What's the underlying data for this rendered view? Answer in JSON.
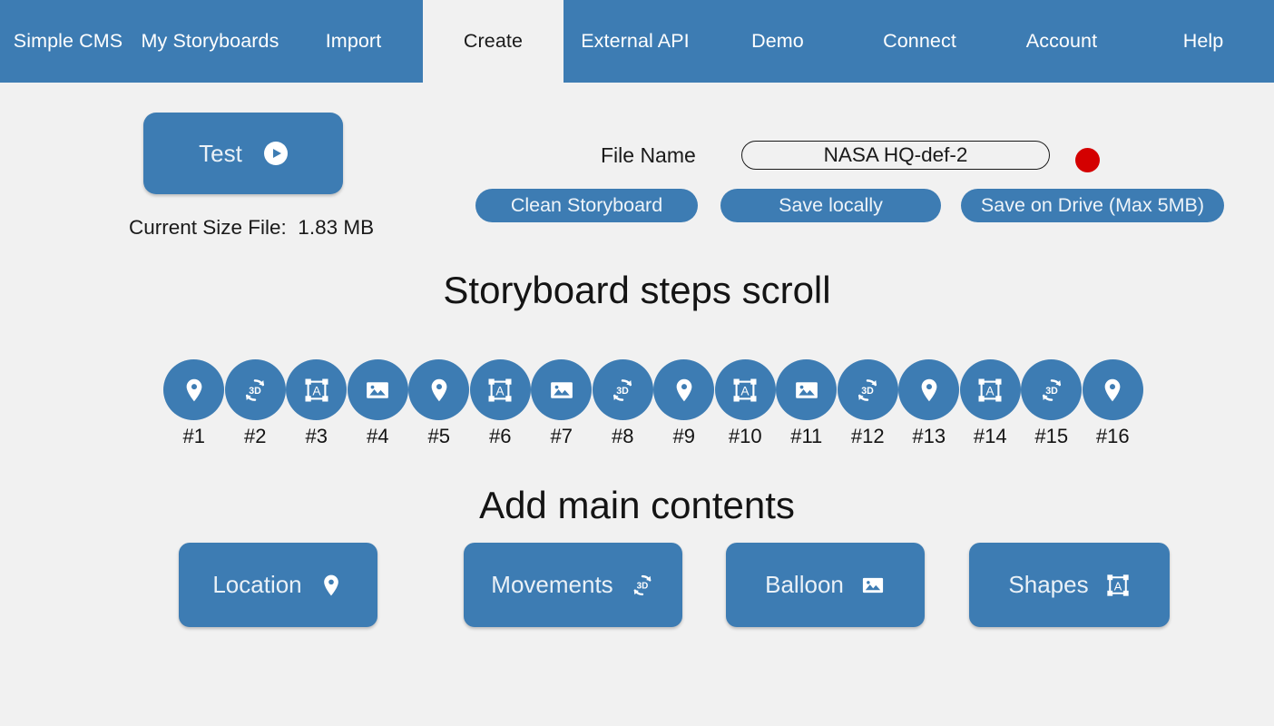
{
  "nav": {
    "items": [
      {
        "label": "Simple CMS",
        "active": false,
        "width": 150
      },
      {
        "label": "My Storyboards",
        "active": false,
        "width": 163
      },
      {
        "label": "Import",
        "active": false,
        "width": 153
      },
      {
        "label": "Create",
        "active": true,
        "width": 155
      },
      {
        "label": "External API",
        "active": false,
        "width": 158
      },
      {
        "label": "Demo",
        "active": false,
        "width": 156
      },
      {
        "label": "Connect",
        "active": false,
        "width": 157
      },
      {
        "label": "Account",
        "active": false,
        "width": 156
      },
      {
        "label": "Help",
        "active": false,
        "width": 156
      }
    ]
  },
  "toolbar": {
    "test_label": "Test",
    "test_icon": "play-icon",
    "size_file": "Current Size File:  1.83 MB",
    "filename_label": "File Name",
    "filename_value": "NASA HQ-def-2",
    "filename_placeholder": "File Name",
    "rec_indicator": "record-dot",
    "rec_color": "#d40000",
    "clean_label": "Clean Storyboard",
    "save_local_label": "Save locally",
    "save_drive_label": "Save on Drive (Max 5MB)"
  },
  "headings": {
    "steps": "Storyboard steps scroll",
    "contents": "Add main contents"
  },
  "steps": {
    "items": [
      {
        "label": "#1",
        "icon": "location-pin-icon"
      },
      {
        "label": "#2",
        "icon": "rotate-3d-icon"
      },
      {
        "label": "#3",
        "icon": "shapes-icon"
      },
      {
        "label": "#4",
        "icon": "image-icon"
      },
      {
        "label": "#5",
        "icon": "location-pin-icon"
      },
      {
        "label": "#6",
        "icon": "shapes-icon"
      },
      {
        "label": "#7",
        "icon": "image-icon"
      },
      {
        "label": "#8",
        "icon": "rotate-3d-icon"
      },
      {
        "label": "#9",
        "icon": "location-pin-icon"
      },
      {
        "label": "#10",
        "icon": "shapes-icon"
      },
      {
        "label": "#11",
        "icon": "image-icon"
      },
      {
        "label": "#12",
        "icon": "rotate-3d-icon"
      },
      {
        "label": "#13",
        "icon": "location-pin-icon"
      },
      {
        "label": "#14",
        "icon": "shapes-icon"
      },
      {
        "label": "#15",
        "icon": "rotate-3d-icon"
      },
      {
        "label": "#16",
        "icon": "location-pin-icon"
      }
    ]
  },
  "contents": {
    "buttons": [
      {
        "label": "Location",
        "icon": "location-pin-icon",
        "id": "cb-location"
      },
      {
        "label": "Movements",
        "icon": "rotate-3d-icon",
        "id": "cb-movements"
      },
      {
        "label": "Balloon",
        "icon": "image-icon",
        "id": "cb-balloon"
      },
      {
        "label": "Shapes",
        "icon": "shapes-icon",
        "id": "cb-shapes"
      }
    ]
  },
  "colors": {
    "brand_blue": "#3d7cb3",
    "page_bg": "#f1f1f1",
    "record_red": "#d40000"
  }
}
